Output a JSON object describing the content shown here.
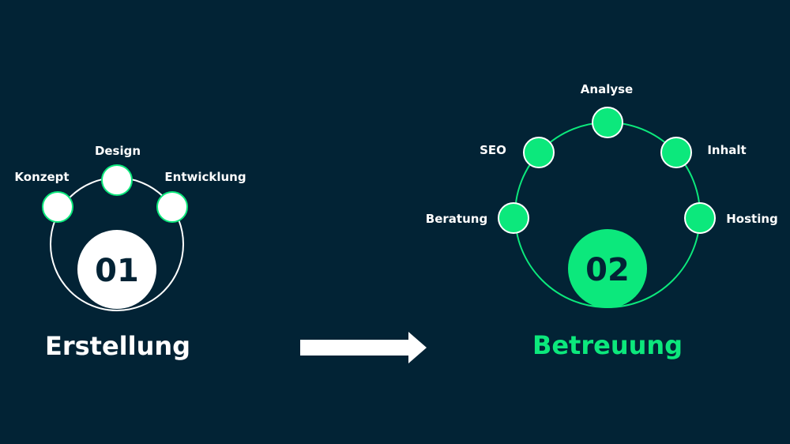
{
  "colors": {
    "background": "#022335",
    "white": "#ffffff",
    "green": "#0ce87c",
    "dark_text": "#022335"
  },
  "phase1": {
    "number": "01",
    "title": "Erstellung",
    "steps": [
      "Konzept",
      "Design",
      "Entwicklung"
    ]
  },
  "phase2": {
    "number": "02",
    "title": "Betreuung",
    "steps": [
      "Beratung",
      "SEO",
      "Analyse",
      "Inhalt",
      "Hosting"
    ]
  },
  "arrow_icon": "arrow-right-icon"
}
